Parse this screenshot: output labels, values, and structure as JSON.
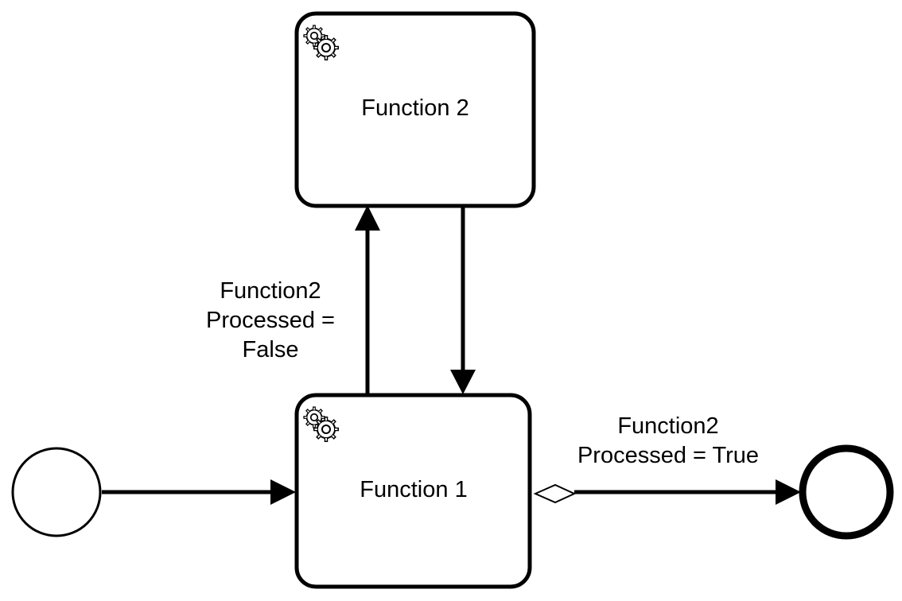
{
  "diagram": {
    "colors": {
      "stroke": "#000000",
      "fill": "#ffffff",
      "text": "#000000"
    },
    "nodes": [
      {
        "id": "start",
        "type": "start-event"
      },
      {
        "id": "task1",
        "type": "service-task",
        "label": "Function 1",
        "icon": "gears-icon"
      },
      {
        "id": "task2",
        "type": "service-task",
        "label": "Function 2",
        "icon": "gears-icon"
      },
      {
        "id": "end",
        "type": "end-event"
      }
    ],
    "flows": [
      {
        "from": "start",
        "to": "task1",
        "label": ""
      },
      {
        "from": "task1",
        "to": "task2",
        "label_lines": [
          "Function2",
          "Processed =",
          "False"
        ]
      },
      {
        "from": "task2",
        "to": "task1",
        "label": ""
      },
      {
        "from": "task1",
        "to": "end",
        "type": "conditional",
        "label_lines": [
          "Function2",
          "Processed = True"
        ]
      }
    ]
  }
}
